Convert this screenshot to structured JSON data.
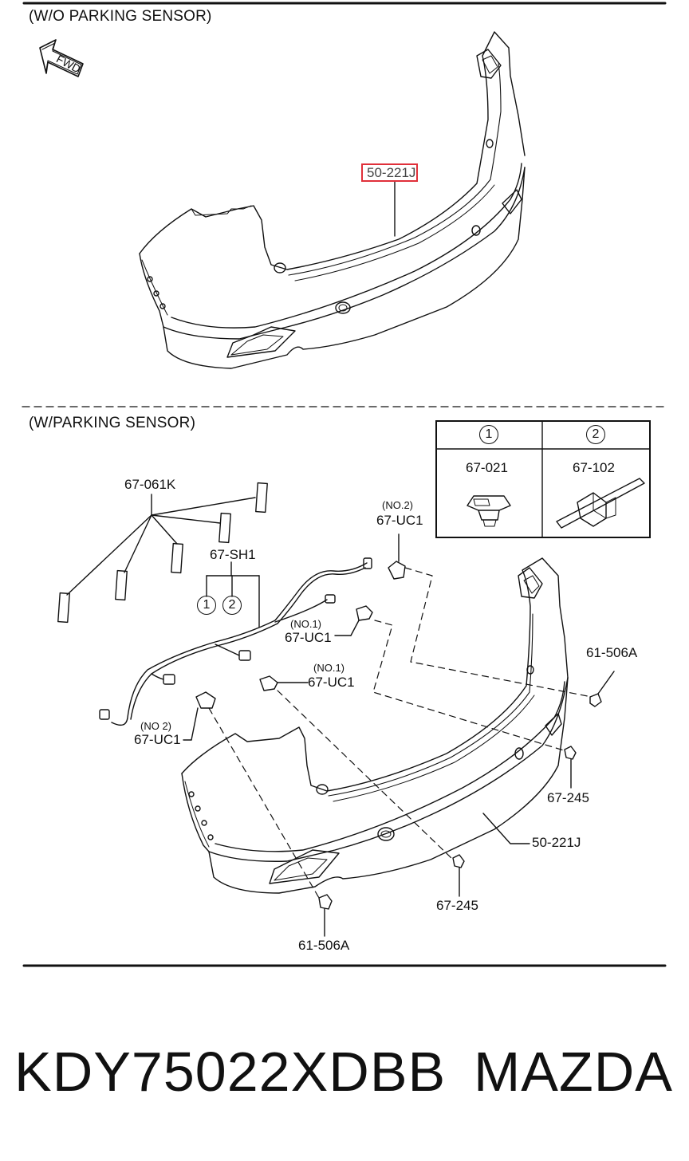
{
  "top_section": {
    "title": "(W/O PARKING SENSOR)",
    "fwd_label": "FWD",
    "highlighted_part": "50-221J"
  },
  "bottom_section": {
    "title": "(W/PARKING SENSOR)",
    "legend": {
      "col1_number": "1",
      "col2_number": "2",
      "col1_part": "67-021",
      "col2_part": "67-102"
    },
    "callouts": {
      "pad": "67-061K",
      "harness": "67-SH1",
      "harness_ref1": "1",
      "harness_ref2": "2",
      "sensor_no2_top_tag": "(NO.2)",
      "sensor_no2_top": "67-UC1",
      "sensor_no1_upper_tag": "(NO.1)",
      "sensor_no1_upper": "67-UC1",
      "sensor_no1_mid_tag": "(NO.1)",
      "sensor_no1_mid": "67-UC1",
      "sensor_no2_left_tag": "(NO 2)",
      "sensor_no2_left": "67-UC1",
      "retainer_right": "61-506A",
      "grommet_right": "67-245",
      "bumper": "50-221J",
      "grommet_bottom": "67-245",
      "retainer_bottom": "61-506A"
    }
  },
  "footer": {
    "part_number": "KDY75022XDBB",
    "brand": "MAZDA"
  }
}
